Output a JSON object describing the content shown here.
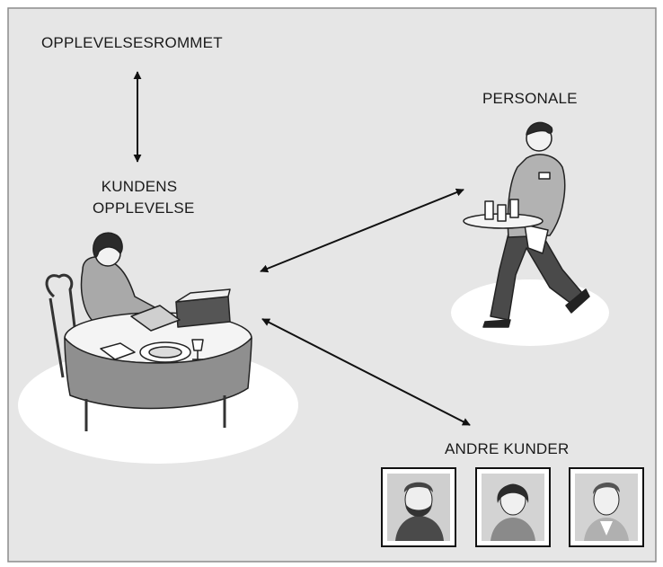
{
  "labels": {
    "experience_room": "OPPLEVELSESROMMET",
    "customer_experience_line1": "KUNDENS",
    "customer_experience_line2": "OPPLEVELSE",
    "staff": "PERSONALE",
    "other_customers": "ANDRE KUNDER"
  },
  "colors": {
    "background": "#e6e6e6",
    "frame": "#8c8c8c",
    "spotlight": "#ffffff",
    "arrow": "#111111",
    "figure_fill": "#a9a9a9",
    "figure_dark": "#3a3a3a"
  },
  "icons": [
    "diner-at-table-icon",
    "waiter-with-tray-icon",
    "bearded-man-portrait-icon",
    "woman-portrait-icon",
    "young-man-portrait-icon"
  ]
}
